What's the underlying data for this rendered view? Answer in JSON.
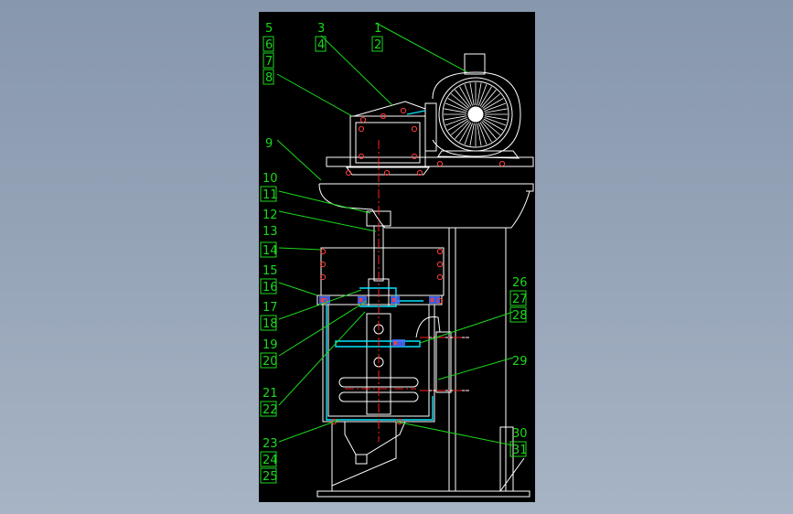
{
  "drawing": {
    "colors": {
      "background": "#000000",
      "outline": "#ffffff",
      "leader": "#1bd81b",
      "label": "#1bd81b",
      "centerline": "#ff2020",
      "highlight": "#00e5ff",
      "bolt": "#ff3b3b",
      "hatch": "#4a6cff"
    },
    "callouts": [
      {
        "id": "1",
        "text": "1",
        "boxed": false
      },
      {
        "id": "2",
        "text": "2",
        "boxed": true
      },
      {
        "id": "3",
        "text": "3",
        "boxed": false
      },
      {
        "id": "4",
        "text": "4",
        "boxed": true
      },
      {
        "id": "5",
        "text": "5",
        "boxed": false
      },
      {
        "id": "6",
        "text": "6",
        "boxed": true
      },
      {
        "id": "7",
        "text": "7",
        "boxed": true
      },
      {
        "id": "8",
        "text": "8",
        "boxed": true
      },
      {
        "id": "9",
        "text": "9",
        "boxed": false
      },
      {
        "id": "10",
        "text": "10",
        "boxed": false
      },
      {
        "id": "11",
        "text": "11",
        "boxed": true
      },
      {
        "id": "12",
        "text": "12",
        "boxed": false
      },
      {
        "id": "13",
        "text": "13",
        "boxed": false
      },
      {
        "id": "14",
        "text": "14",
        "boxed": true
      },
      {
        "id": "15",
        "text": "15",
        "boxed": false
      },
      {
        "id": "16",
        "text": "16",
        "boxed": true
      },
      {
        "id": "17",
        "text": "17",
        "boxed": false
      },
      {
        "id": "18",
        "text": "18",
        "boxed": true
      },
      {
        "id": "19",
        "text": "19",
        "boxed": false
      },
      {
        "id": "20",
        "text": "20",
        "boxed": true
      },
      {
        "id": "21",
        "text": "21",
        "boxed": false
      },
      {
        "id": "22",
        "text": "22",
        "boxed": true
      },
      {
        "id": "23",
        "text": "23",
        "boxed": false
      },
      {
        "id": "24",
        "text": "24",
        "boxed": true
      },
      {
        "id": "25",
        "text": "25",
        "boxed": true
      },
      {
        "id": "26",
        "text": "26",
        "boxed": false
      },
      {
        "id": "27",
        "text": "27",
        "boxed": true
      },
      {
        "id": "28",
        "text": "28",
        "boxed": true
      },
      {
        "id": "29",
        "text": "29",
        "boxed": false
      },
      {
        "id": "30",
        "text": "30",
        "boxed": false
      },
      {
        "id": "31",
        "text": "31",
        "boxed": true
      }
    ]
  }
}
